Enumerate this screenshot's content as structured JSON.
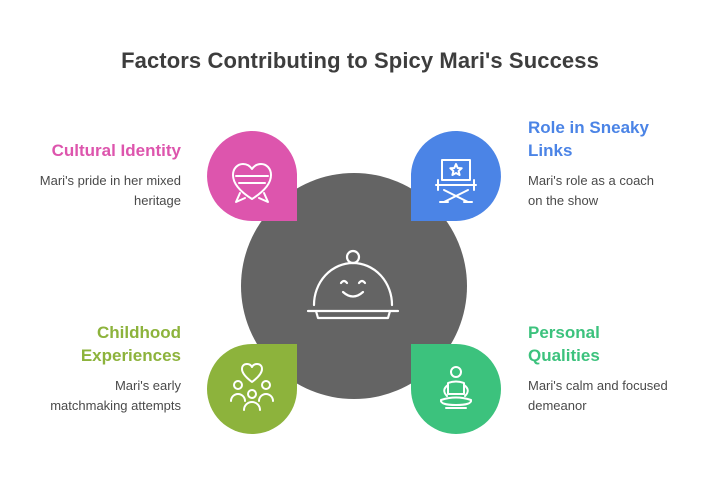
{
  "title": "Factors Contributing to Spicy Mari's Success",
  "colors": {
    "center": "#646464",
    "cultural": "#dd55ad",
    "role": "#4b84e6",
    "childhood": "#8db33c",
    "personal": "#3cc27d",
    "title_text": "#3d3d3d",
    "desc_text": "#4a4a4a"
  },
  "center": {
    "icon": "serving-cloche-smiley-icon"
  },
  "factors": {
    "cultural": {
      "heading": "Cultural Identity",
      "description_lines": [
        "Mari's pride in her mixed",
        "heritage"
      ],
      "icon": "heart-badge-icon"
    },
    "role": {
      "heading_lines": [
        "Role in Sneaky",
        "Links"
      ],
      "description_lines": [
        "Mari's role as a coach",
        "on the show"
      ],
      "icon": "director-chair-star-icon"
    },
    "childhood": {
      "heading_lines": [
        "Childhood",
        "Experiences"
      ],
      "description_lines": [
        "Mari's early",
        "matchmaking attempts"
      ],
      "icon": "people-heart-icon"
    },
    "personal": {
      "heading_lines": [
        "Personal",
        "Qualities"
      ],
      "description_lines": [
        "Mari's calm and focused",
        "demeanor"
      ],
      "icon": "meditation-person-icon"
    }
  }
}
